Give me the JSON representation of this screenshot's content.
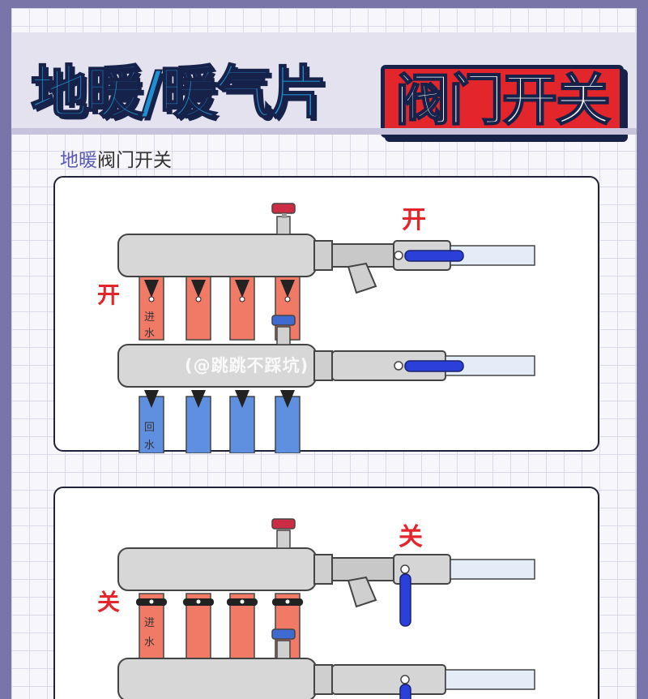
{
  "header": {
    "title_main": "地暖/暖气片",
    "title_accent": "阀门开关"
  },
  "subtitle": {
    "highlight": "地暖",
    "rest": "阀门开关"
  },
  "panel_open": {
    "state_main": "开",
    "state_branch": "开",
    "label_supply_1": "进",
    "label_supply_2": "水",
    "label_return_1": "回",
    "label_return_2": "水",
    "watermark": "(@跳跳不踩坑)"
  },
  "panel_closed": {
    "state_main": "关",
    "state_branch": "关",
    "label_supply_1": "进",
    "label_supply_2": "水"
  },
  "colors": {
    "supply": "#f07a66",
    "return": "#5f8fe0",
    "handle": "#2b3fd9",
    "manifold": "#d7d7d7",
    "state_text": "#e3262b"
  }
}
